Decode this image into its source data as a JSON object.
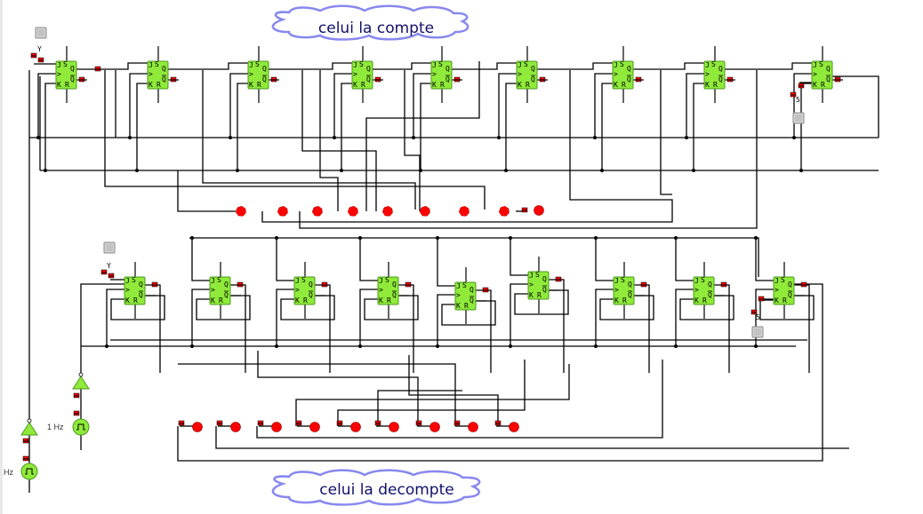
{
  "title": "JK flip-flop counter schematic",
  "clouds": {
    "top_label": "celui la compte",
    "bottom_label": "celui la decompte"
  },
  "clocks": [
    {
      "name": "clock-1",
      "label": "Hz"
    },
    {
      "name": "clock-2",
      "label": "1 Hz"
    }
  ],
  "flipflop_pins": {
    "j": "J",
    "s": "S",
    "q": "Q",
    "qbar": "Q",
    "clk": ">",
    "k": "K",
    "r": "R"
  },
  "counter_top": {
    "stages": 9,
    "leds_on": [
      false,
      false,
      false,
      false,
      false,
      false,
      false,
      false,
      true
    ]
  },
  "counter_bottom": {
    "stages": 9,
    "leds_on": [
      true,
      true,
      true,
      true,
      true,
      true,
      true,
      true,
      true
    ]
  },
  "colors": {
    "flipflop_fill": "#8fea3a",
    "led_on": "#ff0000",
    "cloud_stroke": "#8888ee",
    "wire": "#000000"
  }
}
